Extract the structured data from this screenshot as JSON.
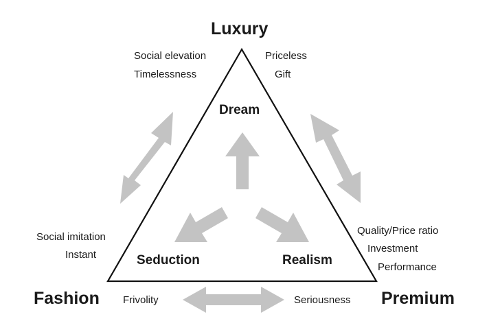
{
  "corners": {
    "luxury": "Luxury",
    "fashion": "Fashion",
    "premium": "Premium"
  },
  "inner": {
    "dream": "Dream",
    "seduction": "Seduction",
    "realism": "Realism"
  },
  "luxury_attrs": {
    "left": [
      "Social elevation",
      "Timelessness"
    ],
    "right": [
      "Priceless",
      "Gift"
    ]
  },
  "fashion_attrs": [
    "Social imitation",
    "Instant"
  ],
  "premium_attrs": [
    "Quality/Price ratio",
    "Investment",
    "Performance"
  ],
  "axis_labels": {
    "frivolity": "Frivolity",
    "seriousness": "Seriousness"
  },
  "colors": {
    "arrow": "#c3c3c3",
    "line": "#111111"
  }
}
